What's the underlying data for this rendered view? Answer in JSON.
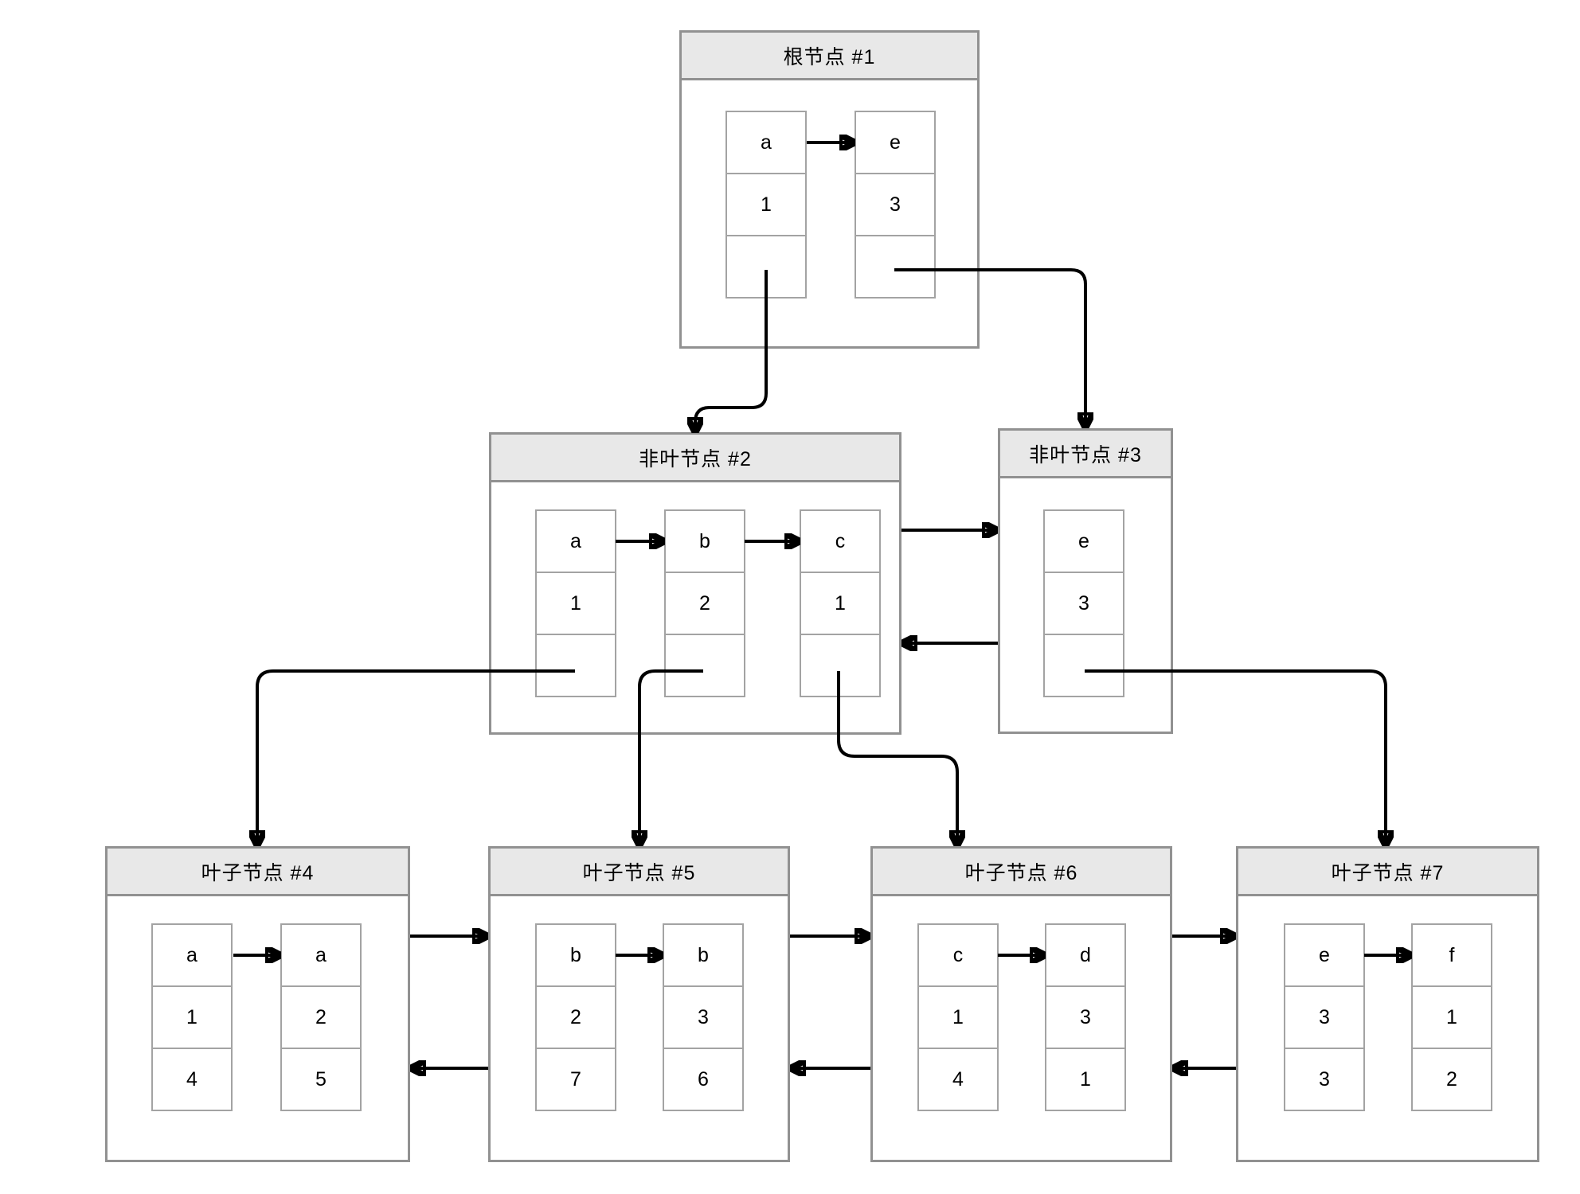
{
  "diagram": {
    "kind": "bplus-tree",
    "colors": {
      "background": "#ffffff",
      "node_border": "#919191",
      "title_background": "#e8e8e8",
      "cell_border": "#a3a3a3",
      "arrow": "#000000",
      "text": "#000000"
    }
  },
  "nodes": [
    {
      "id": "root-1",
      "title": "根节点 #1",
      "cells": [
        {
          "rows": [
            "a",
            "1",
            ""
          ]
        },
        {
          "rows": [
            "e",
            "3",
            ""
          ]
        }
      ]
    },
    {
      "id": "internal-2",
      "title": "非叶节点 #2",
      "cells": [
        {
          "rows": [
            "a",
            "1",
            ""
          ]
        },
        {
          "rows": [
            "b",
            "2",
            ""
          ]
        },
        {
          "rows": [
            "c",
            "1",
            ""
          ]
        }
      ]
    },
    {
      "id": "internal-3",
      "title": "非叶节点 #3",
      "cells": [
        {
          "rows": [
            "e",
            "3",
            ""
          ]
        }
      ]
    },
    {
      "id": "leaf-4",
      "title": "叶子节点 #4",
      "cells": [
        {
          "rows": [
            "a",
            "1",
            "4"
          ]
        },
        {
          "rows": [
            "a",
            "2",
            "5"
          ]
        }
      ]
    },
    {
      "id": "leaf-5",
      "title": "叶子节点 #5",
      "cells": [
        {
          "rows": [
            "b",
            "2",
            "7"
          ]
        },
        {
          "rows": [
            "b",
            "3",
            "6"
          ]
        }
      ]
    },
    {
      "id": "leaf-6",
      "title": "叶子节点 #6",
      "cells": [
        {
          "rows": [
            "c",
            "1",
            "4"
          ]
        },
        {
          "rows": [
            "d",
            "3",
            "1"
          ]
        }
      ]
    },
    {
      "id": "leaf-7",
      "title": "叶子节点 #7",
      "cells": [
        {
          "rows": [
            "e",
            "3",
            "3"
          ]
        },
        {
          "rows": [
            "f",
            "1",
            "2"
          ]
        }
      ]
    }
  ],
  "edges": [
    {
      "type": "key-link",
      "from": "root-1.a",
      "to": "root-1.e"
    },
    {
      "type": "child-pointer",
      "from": "root-1.a",
      "to": "internal-2"
    },
    {
      "type": "child-pointer",
      "from": "root-1.e",
      "to": "internal-3"
    },
    {
      "type": "key-link",
      "from": "internal-2.a",
      "to": "internal-2.b"
    },
    {
      "type": "key-link",
      "from": "internal-2.b",
      "to": "internal-2.c"
    },
    {
      "type": "sibling-link",
      "from": "internal-2",
      "to": "internal-3"
    },
    {
      "type": "sibling-link",
      "from": "internal-3",
      "to": "internal-2"
    },
    {
      "type": "child-pointer",
      "from": "internal-2.a",
      "to": "leaf-4"
    },
    {
      "type": "child-pointer",
      "from": "internal-2.b",
      "to": "leaf-5"
    },
    {
      "type": "child-pointer",
      "from": "internal-2.c",
      "to": "leaf-6"
    },
    {
      "type": "child-pointer",
      "from": "internal-3.e",
      "to": "leaf-7"
    },
    {
      "type": "key-link",
      "from": "leaf-4.cell1",
      "to": "leaf-4.cell2"
    },
    {
      "type": "key-link",
      "from": "leaf-5.cell1",
      "to": "leaf-5.cell2"
    },
    {
      "type": "key-link",
      "from": "leaf-6.cell1",
      "to": "leaf-6.cell2"
    },
    {
      "type": "key-link",
      "from": "leaf-7.cell1",
      "to": "leaf-7.cell2"
    },
    {
      "type": "sibling-link",
      "from": "leaf-4",
      "to": "leaf-5"
    },
    {
      "type": "sibling-link",
      "from": "leaf-5",
      "to": "leaf-4"
    },
    {
      "type": "sibling-link",
      "from": "leaf-5",
      "to": "leaf-6"
    },
    {
      "type": "sibling-link",
      "from": "leaf-6",
      "to": "leaf-5"
    },
    {
      "type": "sibling-link",
      "from": "leaf-6",
      "to": "leaf-7"
    },
    {
      "type": "sibling-link",
      "from": "leaf-7",
      "to": "leaf-6"
    }
  ]
}
